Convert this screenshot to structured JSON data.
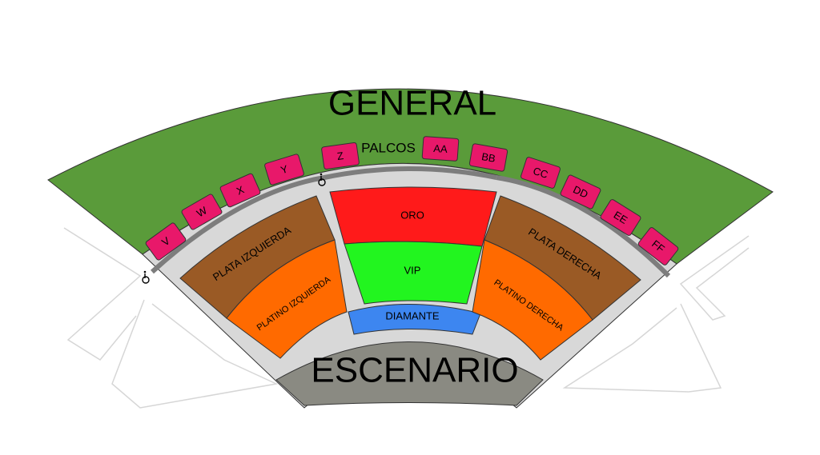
{
  "colors": {
    "general": "#5a9b3a",
    "concourse": "#d8d8d8",
    "aisle": "#7d7d7d",
    "palco": "#e8186a",
    "oro": "#ff1a1a",
    "vip": "#22f51f",
    "diamante": "#3d86f0",
    "plata": "#9a5a25",
    "platino": "#ff6a00",
    "escenario": "#8a8a82"
  },
  "sections": {
    "general": "GENERAL",
    "palcos": "PALCOS",
    "oro": "ORO",
    "vip": "VIP",
    "diamante": "DIAMANTE",
    "plata_izquierda": "PLATA IZQUIERDA",
    "plata_derecha": "PLATA DERECHA",
    "platino_izquierda": "PLATINO IZQUIERDA",
    "platino_derecha": "PLATINO DERECHA",
    "escenario": "ESCENARIO"
  },
  "palcos": [
    "V",
    "W",
    "X",
    "Y",
    "Z",
    "AA",
    "BB",
    "CC",
    "DD",
    "EE",
    "FF"
  ],
  "icons": {
    "accessible": "wheelchair-icon"
  }
}
